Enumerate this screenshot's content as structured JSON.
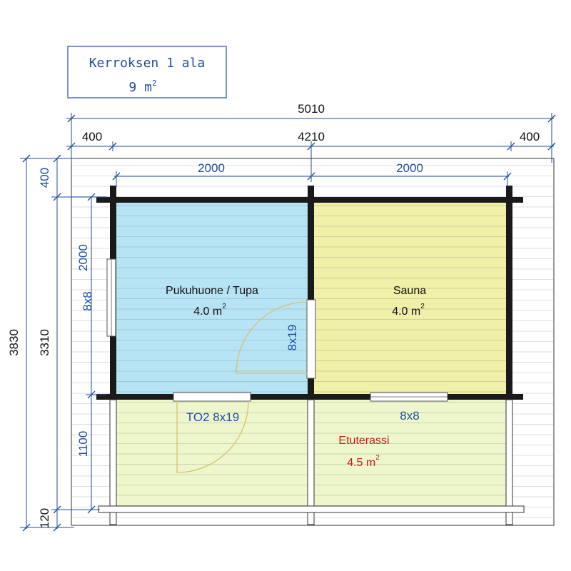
{
  "title_box": {
    "line1": "Kerroksen 1 ala",
    "line2": "9 m",
    "line2_sup": "2"
  },
  "dims": {
    "overall_width": "5010",
    "left_overhang": "400",
    "middle_width": "4210",
    "right_overhang": "400",
    "left_room_width": "2000",
    "right_room_width": "2000",
    "total_depth": "3830",
    "depth_to_terrace": "3310",
    "top_overhang": "400",
    "room_depth": "2000",
    "terrace_depth": "1100",
    "bottom_edge": "120"
  },
  "rooms": {
    "dressing": {
      "name": "Pukuhuone / Tupa",
      "area": "4.0 m",
      "sup": "2",
      "window": "8x8"
    },
    "sauna": {
      "name": "Sauna",
      "area": "4.0 m",
      "sup": "2",
      "door": "8x19"
    },
    "terrace": {
      "name": "Etuterassi",
      "area": "4.5 m",
      "sup": "2",
      "window": "8x8",
      "door": "TO2 8x19"
    }
  },
  "colors": {
    "dim_blue": "#1f4fa0",
    "room_dressing": "#b6e4f4",
    "room_sauna": "#f0f0a8",
    "terrace": "#eef6cc",
    "terrace_red": "#c0201a",
    "door_arc": "#d8c070"
  }
}
